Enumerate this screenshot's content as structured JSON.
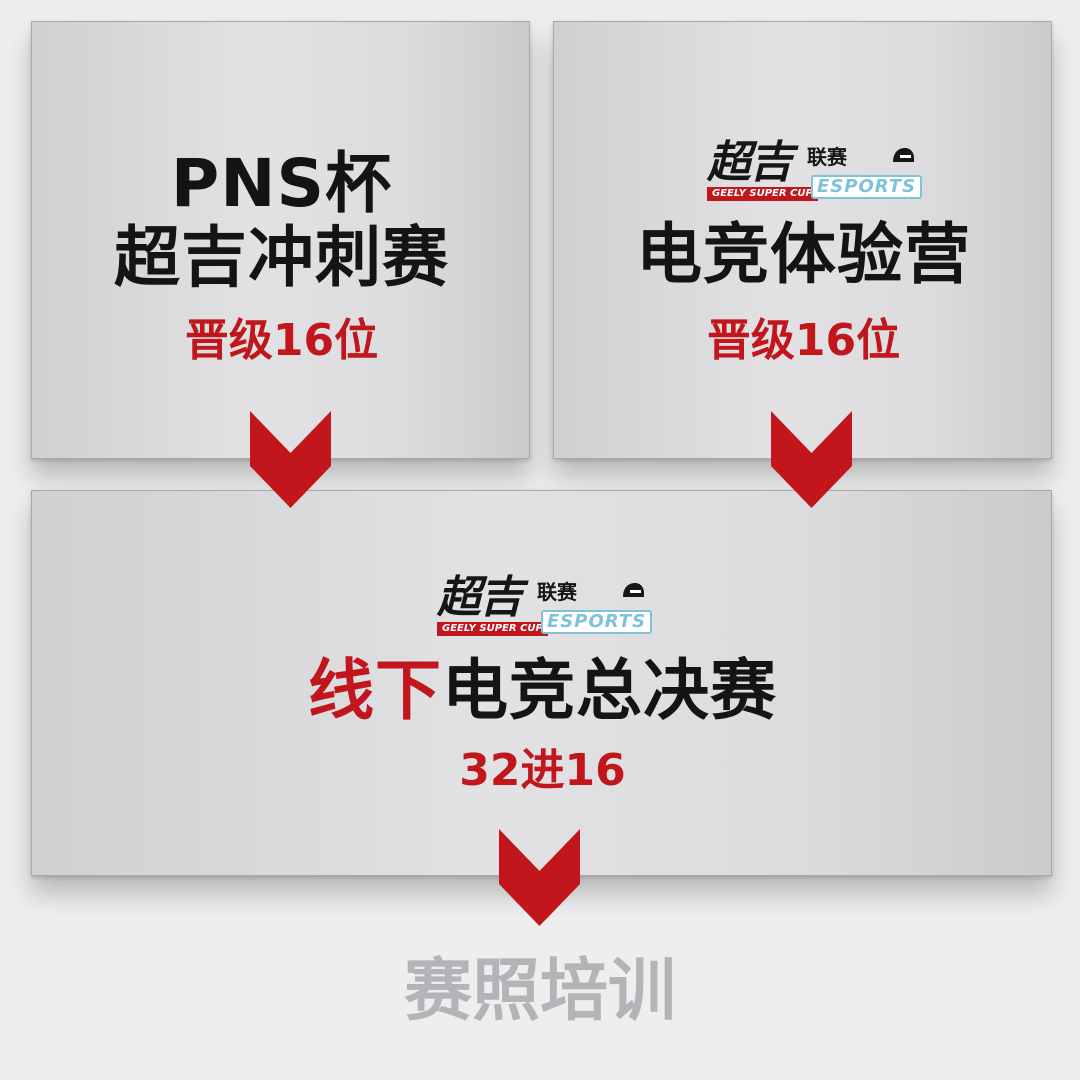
{
  "left_card": {
    "title_line1": "PNS杯",
    "title_line2": "超吉冲刺赛",
    "subtitle": "晋级16位"
  },
  "right_card": {
    "logo": {
      "main": "超吉",
      "small": "联赛",
      "english": "GEELY SUPER CUP",
      "esports": "ESPORTS"
    },
    "title": "电竞体验营",
    "subtitle": "晋级16位"
  },
  "bottom_card": {
    "logo": {
      "main": "超吉",
      "small": "联赛",
      "english": "GEELY SUPER CUP",
      "esports": "ESPORTS"
    },
    "title_red": "线下",
    "title_black": "电竞总决赛",
    "subtitle": "32进16"
  },
  "footer": {
    "label": "赛照培训"
  },
  "colors": {
    "accent_red": "#c0161c",
    "text_black": "#141414",
    "footer_gray": "#b4b4b8",
    "esports_blue": "#7fc3d8"
  },
  "icons": {
    "arrow": "chevron-down-icon",
    "helmet": "helmet-icon"
  }
}
